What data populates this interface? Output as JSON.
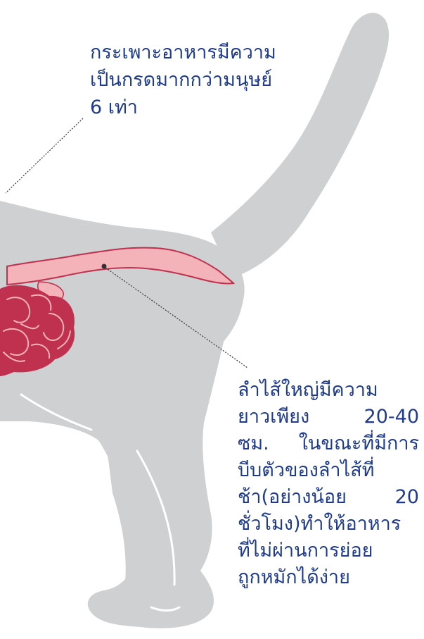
{
  "callouts": {
    "stomach": {
      "lines": [
        "กระเพาะอาหารมีความ",
        "เป็นกรดมากกว่ามนุษย์",
        "6 เท่า"
      ]
    },
    "large_intestine": {
      "lines": [
        "ลำไส้ใหญ่มีความ",
        "ยาวเพียง 20-40",
        "ซม. ในขณะที่มีการ",
        "บีบตัวของลำไส้ที่",
        "ช้า(อย่างน้อย 20",
        "ชั่วโมง)ทำให้อาหาร",
        "ที่ไม่ผ่านการย่อย",
        "ถูกหมักได้ง่าย"
      ]
    }
  },
  "colors": {
    "body": "#cfd0d1",
    "intestine_pink": "#f3b3b9",
    "intestine_outline": "#c0304f",
    "small_intestine": "#c0304f",
    "text": "#1f3b8f"
  }
}
